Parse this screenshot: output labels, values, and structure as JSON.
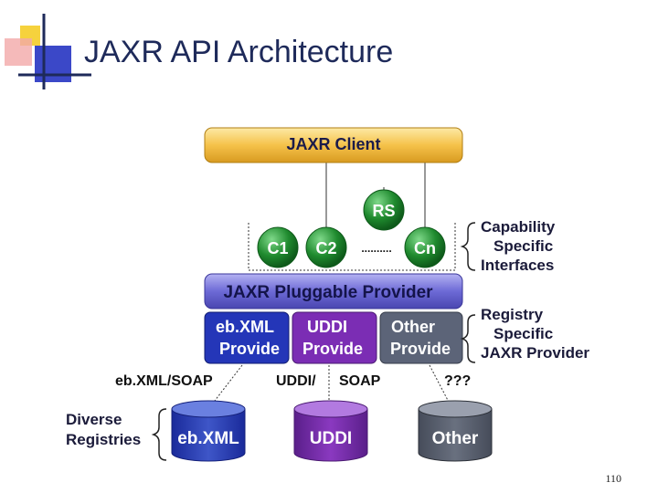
{
  "slide": {
    "title": "JAXR API Architecture",
    "page_number": "110"
  },
  "diagram": {
    "client": "JAXR Client",
    "rs_node": "RS",
    "c1_node": "C1",
    "c2_node": "C2",
    "dots": "..........",
    "cn_node": "Cn",
    "capability_label": [
      "Capability",
      "Specific",
      "Interfaces"
    ],
    "pluggable_provider": "JAXR Pluggable Provider",
    "providers": [
      {
        "line1": "eb.XML",
        "line2": "Provide"
      },
      {
        "line1": "UDDI",
        "line2": "Provide"
      },
      {
        "line1": "Other",
        "line2": "Provide"
      }
    ],
    "registry_label": [
      "Registry",
      "Specific",
      "JAXR Provider"
    ],
    "protocols": [
      "eb.XML/SOAP",
      "UDDI/",
      "SOAP",
      "???"
    ],
    "diverse_label": [
      "Diverse",
      "Registries"
    ],
    "registries": [
      "eb.XML",
      "UDDI",
      "Other"
    ]
  },
  "colors": {
    "title": "#1e2a5a",
    "client_bar": "#f5c24a",
    "pluggable_bar": "#6d6ad6",
    "node_green": "#1f8a2e",
    "provider_ebxml": "#2436b8",
    "provider_uddi": "#7b2db4",
    "provider_other": "#5c6478",
    "db_ebxml": "#3e56c8",
    "db_uddi": "#8a39c0",
    "db_other": "#69707f"
  }
}
